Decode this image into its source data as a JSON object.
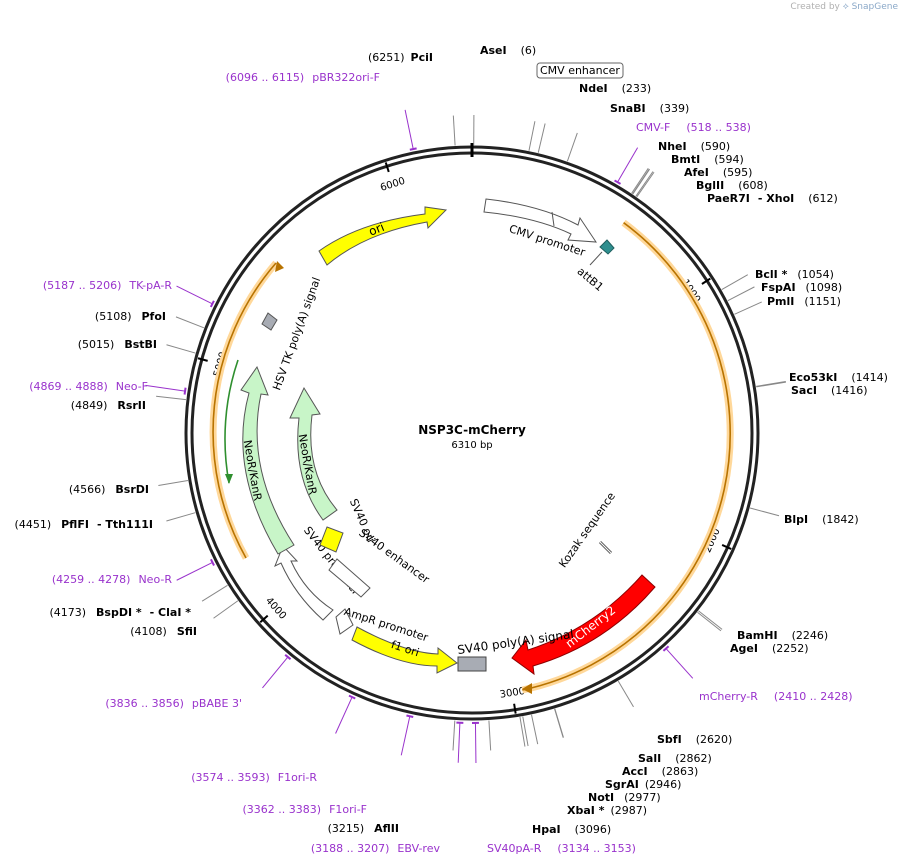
{
  "credit": {
    "prefix": "Created by",
    "brand": "SnapGene"
  },
  "plasmid": {
    "name": "NSP3C-mCherry",
    "length_label": "6310 bp",
    "length": 6310
  },
  "colors": {
    "ring": "#222222",
    "feature_label": "#000000",
    "primer": "#9932cc",
    "ori": "#ffff00",
    "cmv": "#ffffff",
    "neo": "#c8f5c8",
    "mcherry": "#ff0000",
    "orf": "#ff9900",
    "polyA": "#a8a8a8",
    "attB": "#2f8f8f"
  },
  "ticks": [
    {
      "pos": 1000,
      "label": "1000"
    },
    {
      "pos": 2000,
      "label": "2000"
    },
    {
      "pos": 3000,
      "label": "3000"
    },
    {
      "pos": 4000,
      "label": "4000"
    },
    {
      "pos": 5000,
      "label": "5000"
    },
    {
      "pos": 6000,
      "label": "6000"
    }
  ],
  "sites": [
    {
      "name": "AseI",
      "pos_label": "(6)",
      "pos": 6
    },
    {
      "name": "CMV enhancer",
      "pos_label": "",
      "pos": 200,
      "boxed": true
    },
    {
      "name": "NdeI",
      "pos_label": "(233)",
      "pos": 233
    },
    {
      "name": "SnaBI",
      "pos_label": "(339)",
      "pos": 339
    },
    {
      "name": "NheI",
      "pos_label": "(590)",
      "pos": 590
    },
    {
      "name": "BmtI",
      "pos_label": "(594)",
      "pos": 594
    },
    {
      "name": "AfeI",
      "pos_label": "(595)",
      "pos": 595
    },
    {
      "name": "BglII",
      "pos_label": "(608)",
      "pos": 608
    },
    {
      "name": "PaeR7I",
      "pos_label": "(612)",
      "pos": 612,
      "extra": "- XhoI"
    },
    {
      "name": "BclI *",
      "pos_label": "(1054)",
      "pos": 1054
    },
    {
      "name": "FspAI",
      "pos_label": "(1098)",
      "pos": 1098
    },
    {
      "name": "PmlI",
      "pos_label": "(1151)",
      "pos": 1151
    },
    {
      "name": "Eco53kI",
      "pos_label": "(1414)",
      "pos": 1414
    },
    {
      "name": "SacI",
      "pos_label": "(1416)",
      "pos": 1416
    },
    {
      "name": "BlpI",
      "pos_label": "(1842)",
      "pos": 1842
    },
    {
      "name": "BamHI",
      "pos_label": "(2246)",
      "pos": 2246
    },
    {
      "name": "AgeI",
      "pos_label": "(2252)",
      "pos": 2252
    },
    {
      "name": "SbfI",
      "pos_label": "(2620)",
      "pos": 2620
    },
    {
      "name": "SalI",
      "pos_label": "(2862)",
      "pos": 2862
    },
    {
      "name": "AccI",
      "pos_label": "(2863)",
      "pos": 2863
    },
    {
      "name": "SgrAI",
      "pos_label": "(2946)",
      "pos": 2946
    },
    {
      "name": "NotI",
      "pos_label": "(2977)",
      "pos": 2977
    },
    {
      "name": "XbaI *",
      "pos_label": "(2987)",
      "pos": 2987
    },
    {
      "name": "HpaI",
      "pos_label": "(3096)",
      "pos": 3096
    },
    {
      "name": "AflII",
      "pos_label": "(3215)",
      "pos": 3215
    },
    {
      "name": "SfiI",
      "pos_label": "(4108)",
      "pos": 4108
    },
    {
      "name": "BspDI *",
      "pos_label": "(4173)",
      "pos": 4173,
      "extra": "- ClaI *"
    },
    {
      "name": "PflFI",
      "pos_label": "(4451)",
      "pos": 4451,
      "extra": "- Tth111I"
    },
    {
      "name": "BsrDI",
      "pos_label": "(4566)",
      "pos": 4566
    },
    {
      "name": "RsrII",
      "pos_label": "(4849)",
      "pos": 4849
    },
    {
      "name": "BstBI",
      "pos_label": "(5015)",
      "pos": 5015
    },
    {
      "name": "PfoI",
      "pos_label": "(5108)",
      "pos": 5108
    },
    {
      "name": "PciI",
      "pos_label": "(6251)",
      "pos": 6251
    }
  ],
  "primers": [
    {
      "name": "CMV-F",
      "range": "(518 .. 538)",
      "pos": 528
    },
    {
      "name": "mCherry-R",
      "range": "(2410 .. 2428)",
      "pos": 2419
    },
    {
      "name": "SV40pA-R",
      "range": "(3134 .. 3153)",
      "pos": 3143
    },
    {
      "name": "EBV-rev",
      "range": "(3188 .. 3207)",
      "pos": 3197
    },
    {
      "name": "F1ori-F",
      "range": "(3362 .. 3383)",
      "pos": 3372
    },
    {
      "name": "F1ori-R",
      "range": "(3574 .. 3593)",
      "pos": 3583
    },
    {
      "name": "pBABE 3'",
      "range": "(3836 .. 3856)",
      "pos": 3846
    },
    {
      "name": "Neo-R",
      "range": "(4259 .. 4278)",
      "pos": 4268
    },
    {
      "name": "Neo-F",
      "range": "(4869 .. 4888)",
      "pos": 4878
    },
    {
      "name": "TK-pA-R",
      "range": "(5187 .. 5206)",
      "pos": 5196
    },
    {
      "name": "pBR322ori-F",
      "range": "(6096 .. 6115)",
      "pos": 6105
    }
  ],
  "features": [
    {
      "name": "CMV promoter",
      "type": "promoter"
    },
    {
      "name": "attB1",
      "type": "misc"
    },
    {
      "name": "Kozak sequence",
      "type": "misc"
    },
    {
      "name": "mCherry2",
      "type": "cds"
    },
    {
      "name": "SV40 poly(A) signal",
      "type": "polyA"
    },
    {
      "name": "f1 ori",
      "type": "ori"
    },
    {
      "name": "AmpR promoter",
      "type": "promoter"
    },
    {
      "name": "SV40 promoter",
      "type": "promoter"
    },
    {
      "name": "SV40 enhancer",
      "type": "enhancer"
    },
    {
      "name": "SV40 ori",
      "type": "ori"
    },
    {
      "name": "NeoR/KanR",
      "type": "cds"
    },
    {
      "name": "NeoR/KanR",
      "type": "cds"
    },
    {
      "name": "HSV TK poly(A) signal",
      "type": "polyA"
    },
    {
      "name": "ori",
      "type": "ori"
    }
  ]
}
